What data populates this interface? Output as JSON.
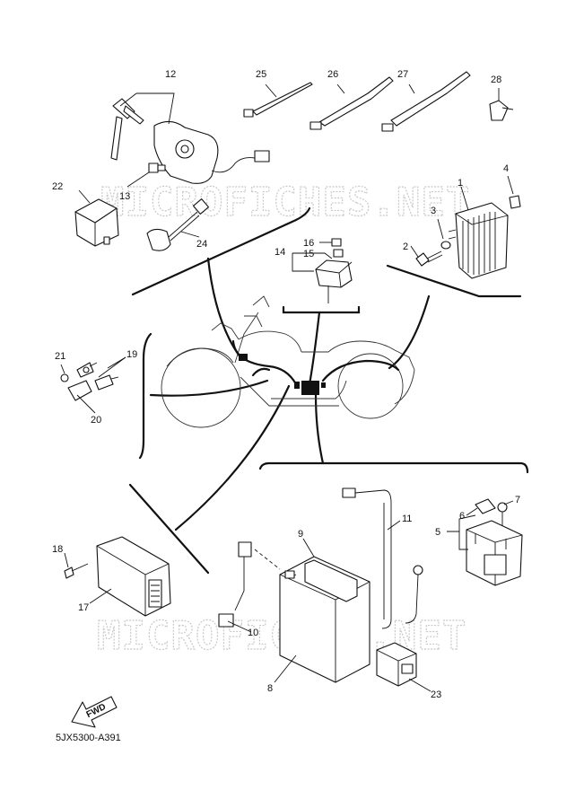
{
  "watermark": "MICROFICHES.NET",
  "diagram_code": "5JX5300-A391",
  "fwd_label": "FWD",
  "callouts": {
    "c1": "1",
    "c2": "2",
    "c3": "3",
    "c4": "4",
    "c5": "5",
    "c6": "6",
    "c7": "7",
    "c8": "8",
    "c9": "9",
    "c10": "10",
    "c11": "11",
    "c12": "12",
    "c13": "13",
    "c14": "14",
    "c15": "15",
    "c16": "16",
    "c17": "17",
    "c18": "18",
    "c19": "19",
    "c20": "20",
    "c21": "21",
    "c22": "22",
    "c23": "23",
    "c24": "24",
    "c25": "25",
    "c26": "26",
    "c27": "27",
    "c28": "28"
  }
}
